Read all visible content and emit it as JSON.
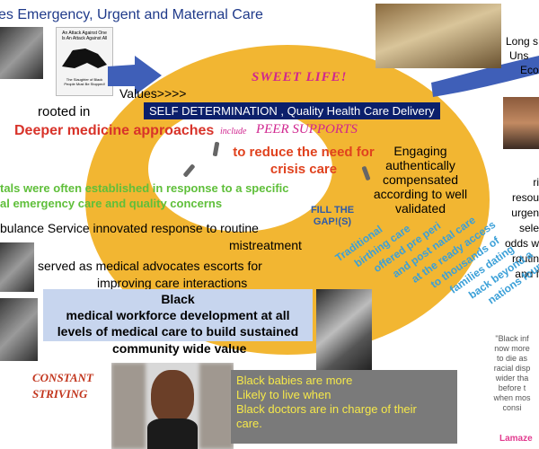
{
  "colors": {
    "ring": "#f2b632",
    "title": "#1f3a8a",
    "self_determination_bg": "#0b1f6b",
    "pink": "#d0268f",
    "orange_red": "#e0421e",
    "green": "#5fbf3a",
    "traditional": "#3ba0d8",
    "workforce_bg": "#c7d5ee"
  },
  "header": {
    "title": "es Emergency, Urgent and Maternal Care"
  },
  "poster": {
    "line1": "An Attack Against One",
    "line2": "Is An Attack Against All",
    "caption1": "The Slaughter of Black",
    "caption2": "People Must Be Stopped!"
  },
  "values_label": "Values>>>>",
  "sweet_life": "SWEET LIFE!",
  "self_determination": "SELF DETERMINATION , Quality  Health Care Delivery",
  "rooted_in": "rooted in",
  "deeper_medicine": "Deeper medicine approaches",
  "include_word": "include",
  "peer_supports": "PEER SUPPORTS",
  "reduce_need": [
    "to reduce the need for",
    "crisis care"
  ],
  "engaging": [
    "Engaging",
    "authentically",
    "compensated",
    "according to well",
    "validated"
  ],
  "hospitals_green": [
    "tals were often established in response to a specific",
    "al emergency care and quality concerns"
  ],
  "ambulance": "bulance Service innovated response to routine",
  "mistreatment": "mistreatment",
  "advocates": "served as medical advocates escorts for",
  "improving": "improving care interactions",
  "fill_gap": [
    "FILL THE",
    "GAP!(S)"
  ],
  "workforce": [
    "Black",
    "medical workforce development at all",
    "levels of medical care to build sustained",
    "community wide value"
  ],
  "constant": [
    "CONSTANT",
    "STRIVING"
  ],
  "traditional": [
    "Traditional",
    "birthing care",
    "offered pre peri",
    "and post natal care",
    "at the ready access",
    "to thousands of",
    "families dating",
    "back beyond a",
    "nations founding."
  ],
  "babies": [
    "Black babies are more",
    "Likely to live when",
    "Black doctors are in charge of their",
    "care."
  ],
  "right_top": [
    "Long s",
    "Uns",
    "Eco"
  ],
  "right_mid": [
    "ri",
    "resou",
    "urgen",
    "sele",
    "odds w",
    "routin",
    "and f"
  ],
  "quote": [
    "\"Black inf",
    "now more",
    "to die as",
    "racial disp",
    "wider tha",
    "before t",
    "when mos",
    "consi"
  ],
  "lamaze": "Lamaze"
}
